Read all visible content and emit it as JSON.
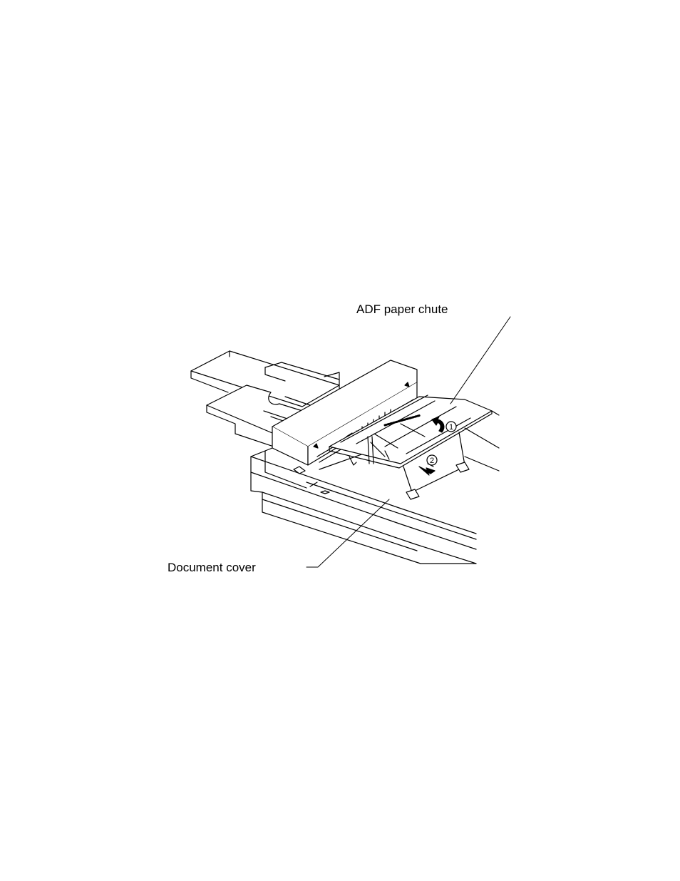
{
  "labels": {
    "adf_paper_chute": "ADF paper chute",
    "document_cover": "Document cover"
  },
  "steps": {
    "step1": "1",
    "step2": "2"
  },
  "colors": {
    "ink": "#000000",
    "paper": "#ffffff",
    "shade": "#d9d9d9"
  }
}
